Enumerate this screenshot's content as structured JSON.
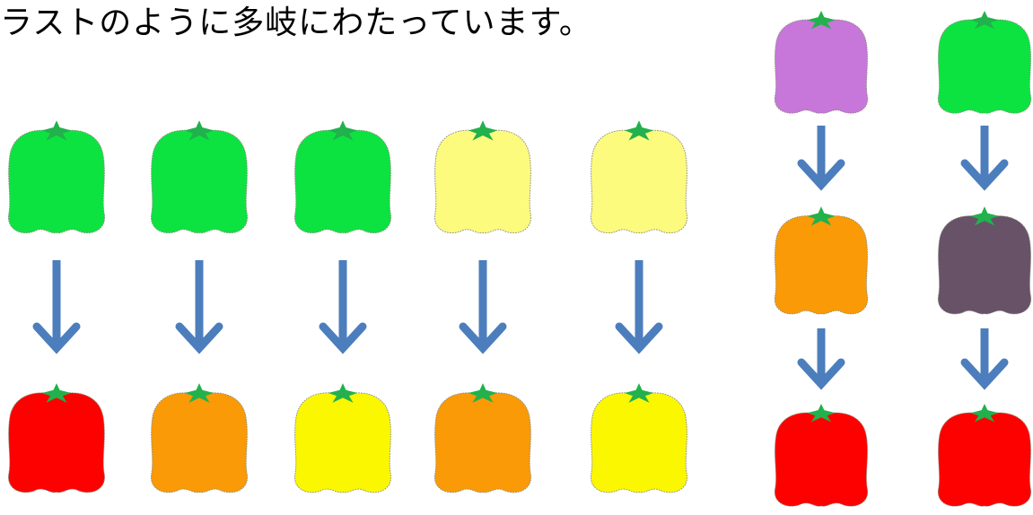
{
  "caption": "ラストのように多岐にわたっています。",
  "colors": {
    "green": "#0ce341",
    "pale_yellow": "#fdfb7e",
    "red": "#fd0000",
    "orange": "#f99a06",
    "yellow": "#fbf700",
    "purple": "#c776d9",
    "dark_purple": "#675268",
    "stem": "#22b14c",
    "arrow": "#4c7ebd"
  },
  "transitions": {
    "main": [
      {
        "from": "green",
        "to": "red"
      },
      {
        "from": "green",
        "to": "orange"
      },
      {
        "from": "green",
        "to": "yellow"
      },
      {
        "from": "pale_yellow",
        "to": "orange"
      },
      {
        "from": "pale_yellow",
        "to": "yellow"
      }
    ],
    "side": [
      {
        "stages": [
          "purple",
          "orange",
          "red"
        ]
      },
      {
        "stages": [
          "green",
          "dark_purple",
          "red"
        ]
      }
    ]
  }
}
